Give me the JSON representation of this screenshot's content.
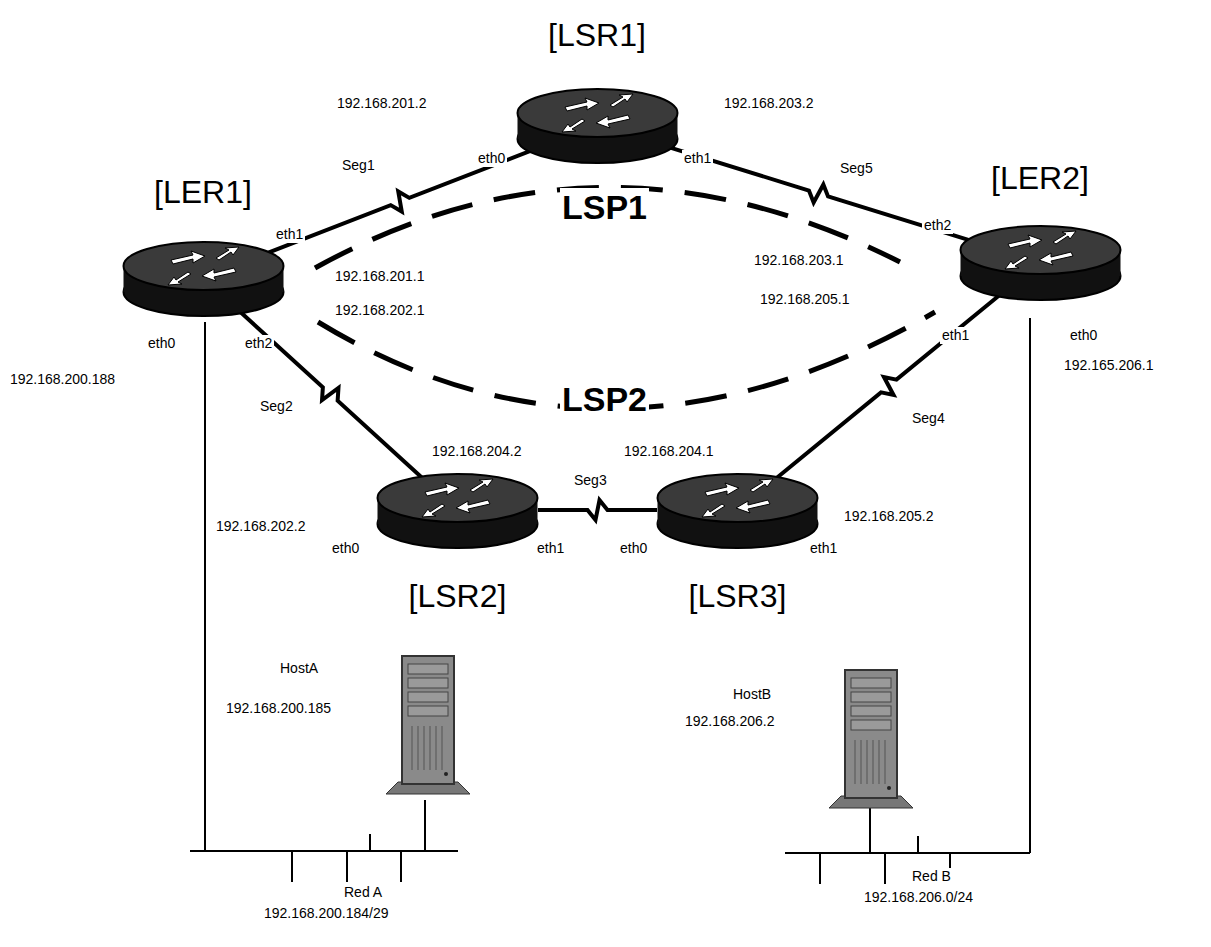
{
  "diagram": {
    "nodes": [
      {
        "text": [
          "[LSR1]"
        ]
      },
      {
        "text": [
          "[LER1]"
        ]
      },
      {
        "text": [
          "[LER2]"
        ]
      },
      {
        "text": [
          "[LSR2]"
        ]
      },
      {
        "text": [
          "[LSR3]"
        ]
      },
      {
        "text": [
          "HostA",
          "192.168.200.185"
        ]
      },
      {
        "text": [
          "HostB",
          "192.168.206.2"
        ]
      }
    ],
    "edges": [
      {
        "from": 1,
        "to": 0,
        "arrow": "none",
        "label": "Seg1"
      },
      {
        "from": 0,
        "to": 2,
        "arrow": "none",
        "label": "Seg5"
      },
      {
        "from": 1,
        "to": 3,
        "arrow": "none",
        "label": "Seg2"
      },
      {
        "from": 3,
        "to": 4,
        "arrow": "none",
        "label": "Seg3"
      },
      {
        "from": 4,
        "to": 2,
        "arrow": "none",
        "label": "Seg4"
      }
    ],
    "labels": [
      "192.168.201.2",
      "eth0",
      "eth1",
      "192.168.203.2",
      "LSP1",
      "eth1",
      "192.168.201.1",
      "192.168.202.1",
      "eth2",
      "eth0",
      "192.168.200.188",
      "eth2",
      "192.168.203.1",
      "192.168.205.1",
      "eth1",
      "eth0",
      "192.165.206.1",
      "LSP2",
      "192.168.204.2",
      "192.168.204.1",
      "192.168.202.2",
      "eth0",
      "eth1",
      "eth0",
      "eth1",
      "192.168.205.2",
      "Red A",
      "192.168.200.184/29",
      "Red B",
      "192.168.206.0/24"
    ]
  }
}
